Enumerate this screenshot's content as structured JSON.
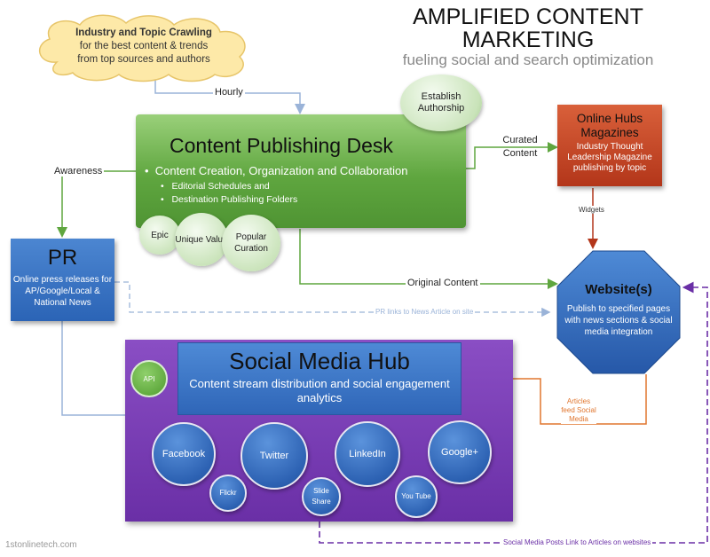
{
  "title": {
    "line1": "AMPLIFIED CONTENT",
    "line2": "MARKETING",
    "subtitle": "fueling social and search optimization"
  },
  "crawl": {
    "heading": "Industry and Topic Crawling",
    "line1": "for the best content & trends",
    "line2": "from top sources and authors"
  },
  "desk": {
    "title": "Content Publishing Desk",
    "bullet1": "Content Creation, Organization and Collaboration",
    "bullet2": "Editorial Schedules and",
    "bullet3": "Destination Publishing Folders"
  },
  "bubbles": {
    "authorship": "Establish Authorship",
    "epic": "Epic",
    "unique": "Unique Value",
    "popular": "Popular Curation"
  },
  "hubs": {
    "title": "Online Hubs Magazines",
    "desc": "Industry Thought Leadership Magazine publishing by topic"
  },
  "pr": {
    "title": "PR",
    "desc": "Online press releases for AP/Google/Local & National News"
  },
  "website": {
    "title": "Website(s)",
    "desc": "Publish to specified pages with news sections & social media integration"
  },
  "hub": {
    "title": "Social Media Hub",
    "desc": "Content stream distribution and social engagement analytics",
    "api": "API",
    "networks": {
      "facebook": "Facebook",
      "twitter": "Twitter",
      "linkedin": "LinkedIn",
      "google": "Google+",
      "flickr": "Flickr",
      "slideshare": "Slide Share",
      "youtube": "You Tube"
    }
  },
  "labels": {
    "hourly": "Hourly",
    "awareness": "Awareness",
    "curated": "Curated Content",
    "widgets": "Widgets",
    "original": "Original Content",
    "prlinks": "PR links to News Article on site",
    "articles": "Articles feed Social Media",
    "socialposts": "Social Media Posts Link to Articles on websites"
  },
  "footer": "1stonlinetech.com",
  "colors": {
    "green": "#5fa63f",
    "blue": "#2f66b8",
    "purple": "#6a2fa6",
    "orange": "#b3361a",
    "arrow_blue": "#9ab3d8",
    "arrow_purple": "#6a2fa6"
  }
}
